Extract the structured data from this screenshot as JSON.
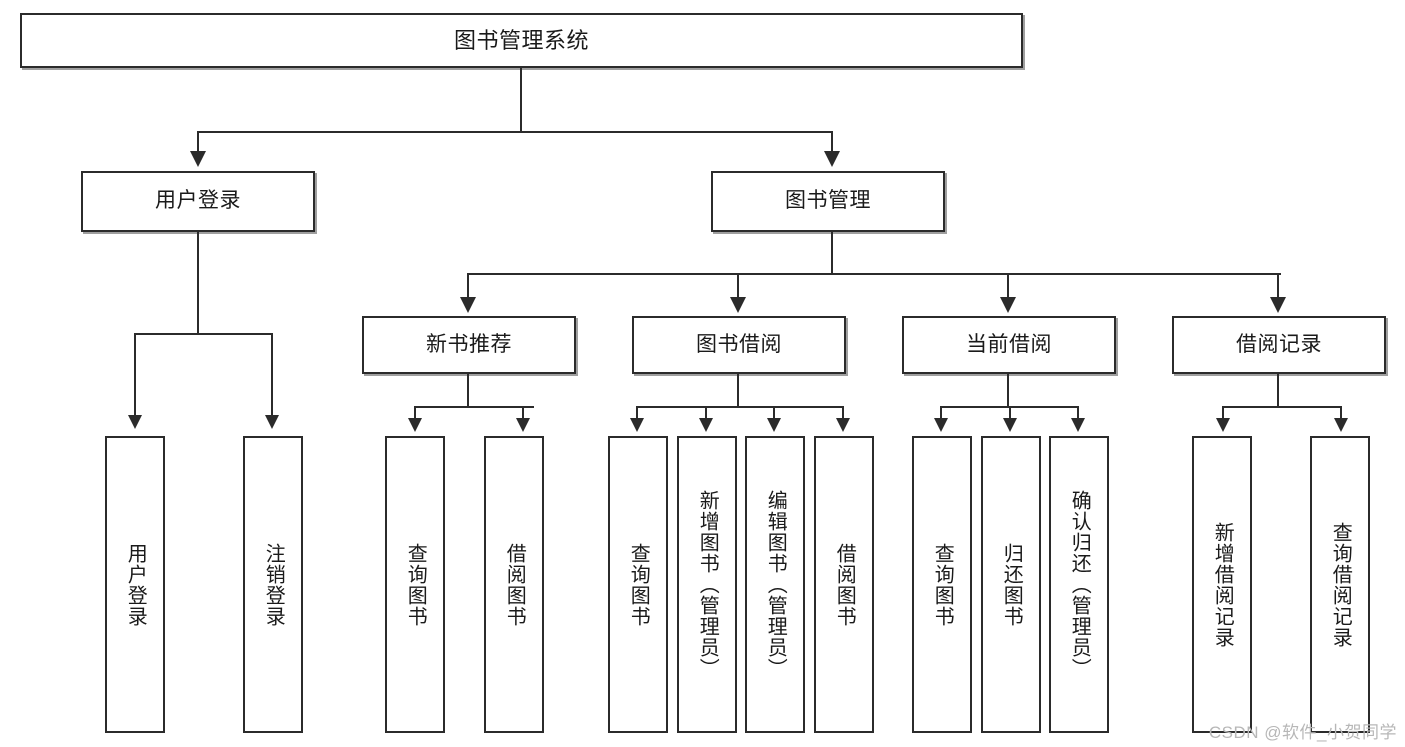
{
  "diagram": {
    "title": "图书管理系统",
    "type": "tree-hierarchy-diagram",
    "root": {
      "label": "图书管理系统"
    },
    "level2": [
      {
        "label": "用户登录"
      },
      {
        "label": "图书管理"
      }
    ],
    "level3": [
      {
        "label": "新书推荐"
      },
      {
        "label": "图书借阅"
      },
      {
        "label": "当前借阅"
      },
      {
        "label": "借阅记录"
      }
    ],
    "leaves": {
      "user_login": [
        {
          "label": "用户登录"
        },
        {
          "label": "注销登录"
        }
      ],
      "new_book_recommend": [
        {
          "label": "查询图书"
        },
        {
          "label": "借阅图书"
        }
      ],
      "book_borrow": [
        {
          "label": "查询图书"
        },
        {
          "label": "新增图书（管理员）"
        },
        {
          "label": "编辑图书（管理员）"
        },
        {
          "label": "借阅图书"
        }
      ],
      "current_borrow": [
        {
          "label": "查询图书"
        },
        {
          "label": "归还图书"
        },
        {
          "label": "确认归还（管理员）"
        }
      ],
      "borrow_record": [
        {
          "label": "新增借阅记录"
        },
        {
          "label": "查询借阅记录"
        }
      ]
    }
  },
  "watermark": {
    "text": "CSDN @软件_小贺同学"
  },
  "colors": {
    "stroke": "#2b2b2b",
    "text": "#1a1a1a",
    "background": "#ffffff",
    "watermark": "#b7b7b7"
  }
}
